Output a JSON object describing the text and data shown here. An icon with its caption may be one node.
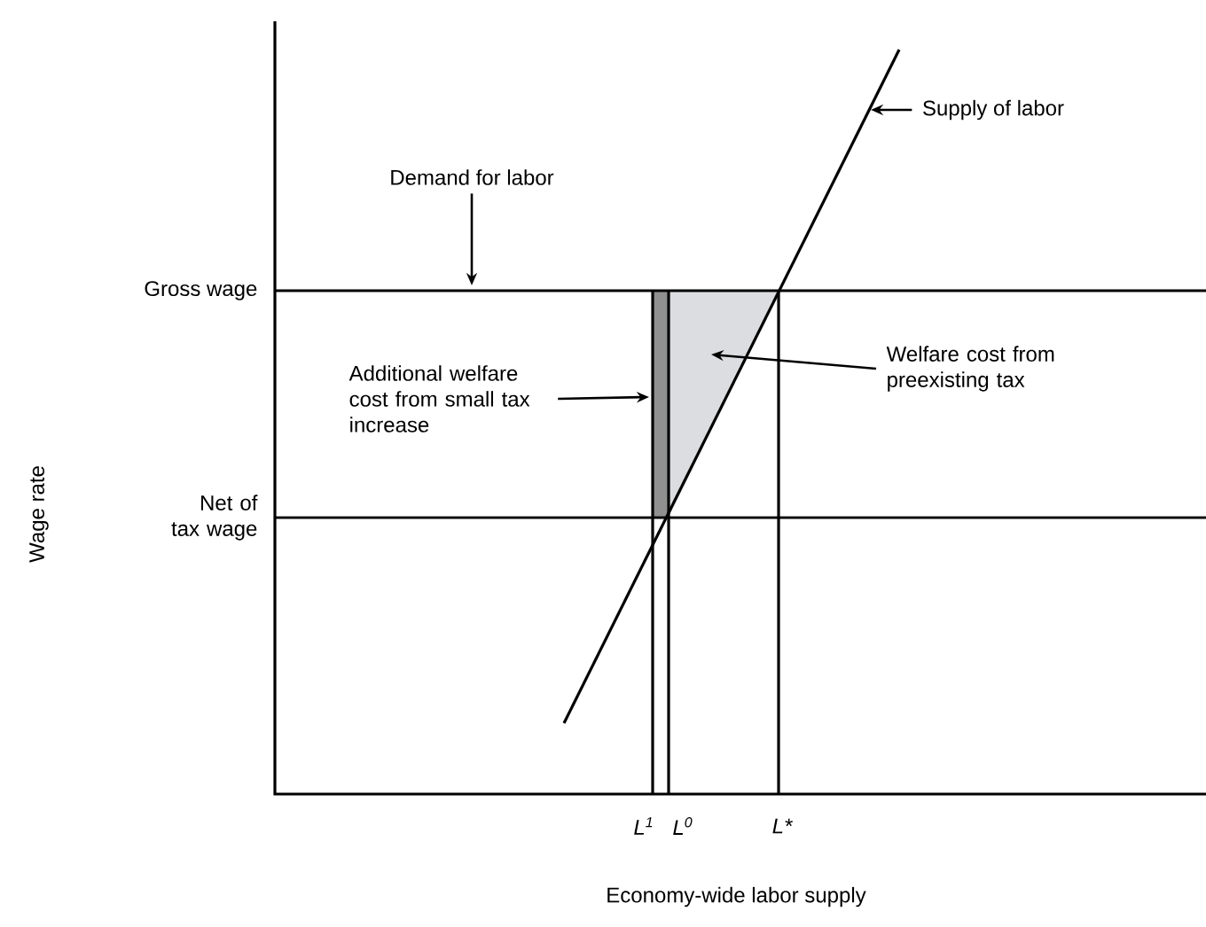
{
  "diagram": {
    "nodes": [
      {
        "text": [
          "Demand for labor"
        ]
      },
      {
        "text": [
          "Supply of labor"
        ]
      },
      {
        "text": [
          "Additional welfare cost from small tax increase"
        ]
      },
      {
        "text": [],
        "shape": "bar"
      },
      {
        "text": [
          "Welfare cost from preexisting tax"
        ]
      },
      {
        "text": [],
        "shape": "triangle"
      }
    ],
    "edges": [
      {
        "from": 0,
        "to": null,
        "arrow": "to"
      },
      {
        "from": 1,
        "to": null,
        "arrow": "to"
      },
      {
        "from": 2,
        "to": 3,
        "arrow": "to"
      },
      {
        "from": 4,
        "to": 5,
        "arrow": "to"
      }
    ],
    "labels": [
      "Gross wage",
      "Net of tax wage",
      "Wage rate",
      "L$^{1}$",
      "L$^{0}$",
      "L*",
      "Economy-wide labor supply"
    ]
  }
}
